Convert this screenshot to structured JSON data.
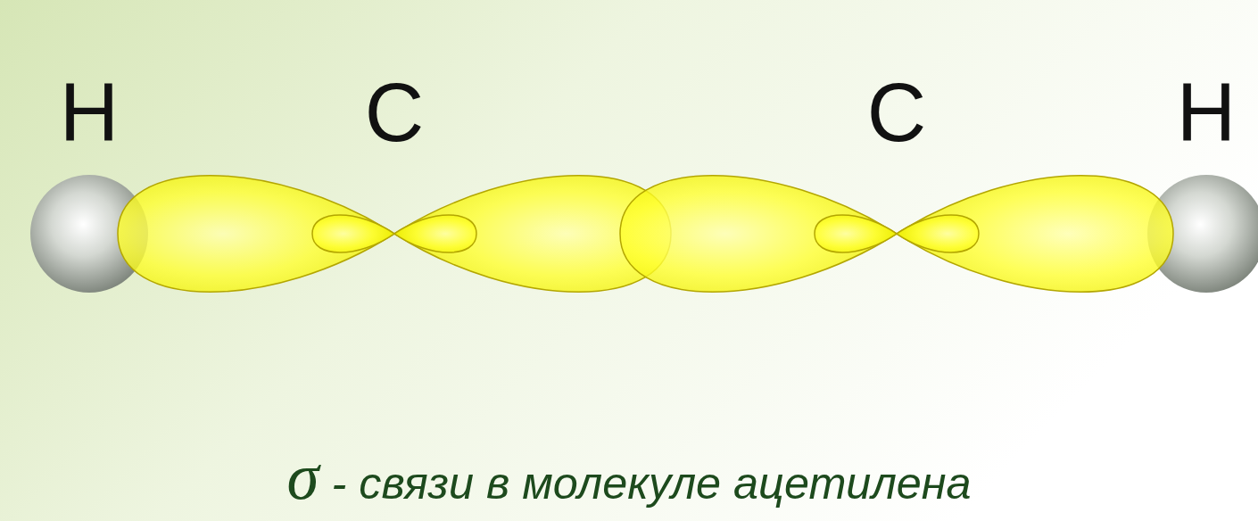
{
  "diagram": {
    "caption": "σ - связи в молекуле ацетилена",
    "labels": [
      "H",
      "C",
      "C",
      "H"
    ]
  }
}
